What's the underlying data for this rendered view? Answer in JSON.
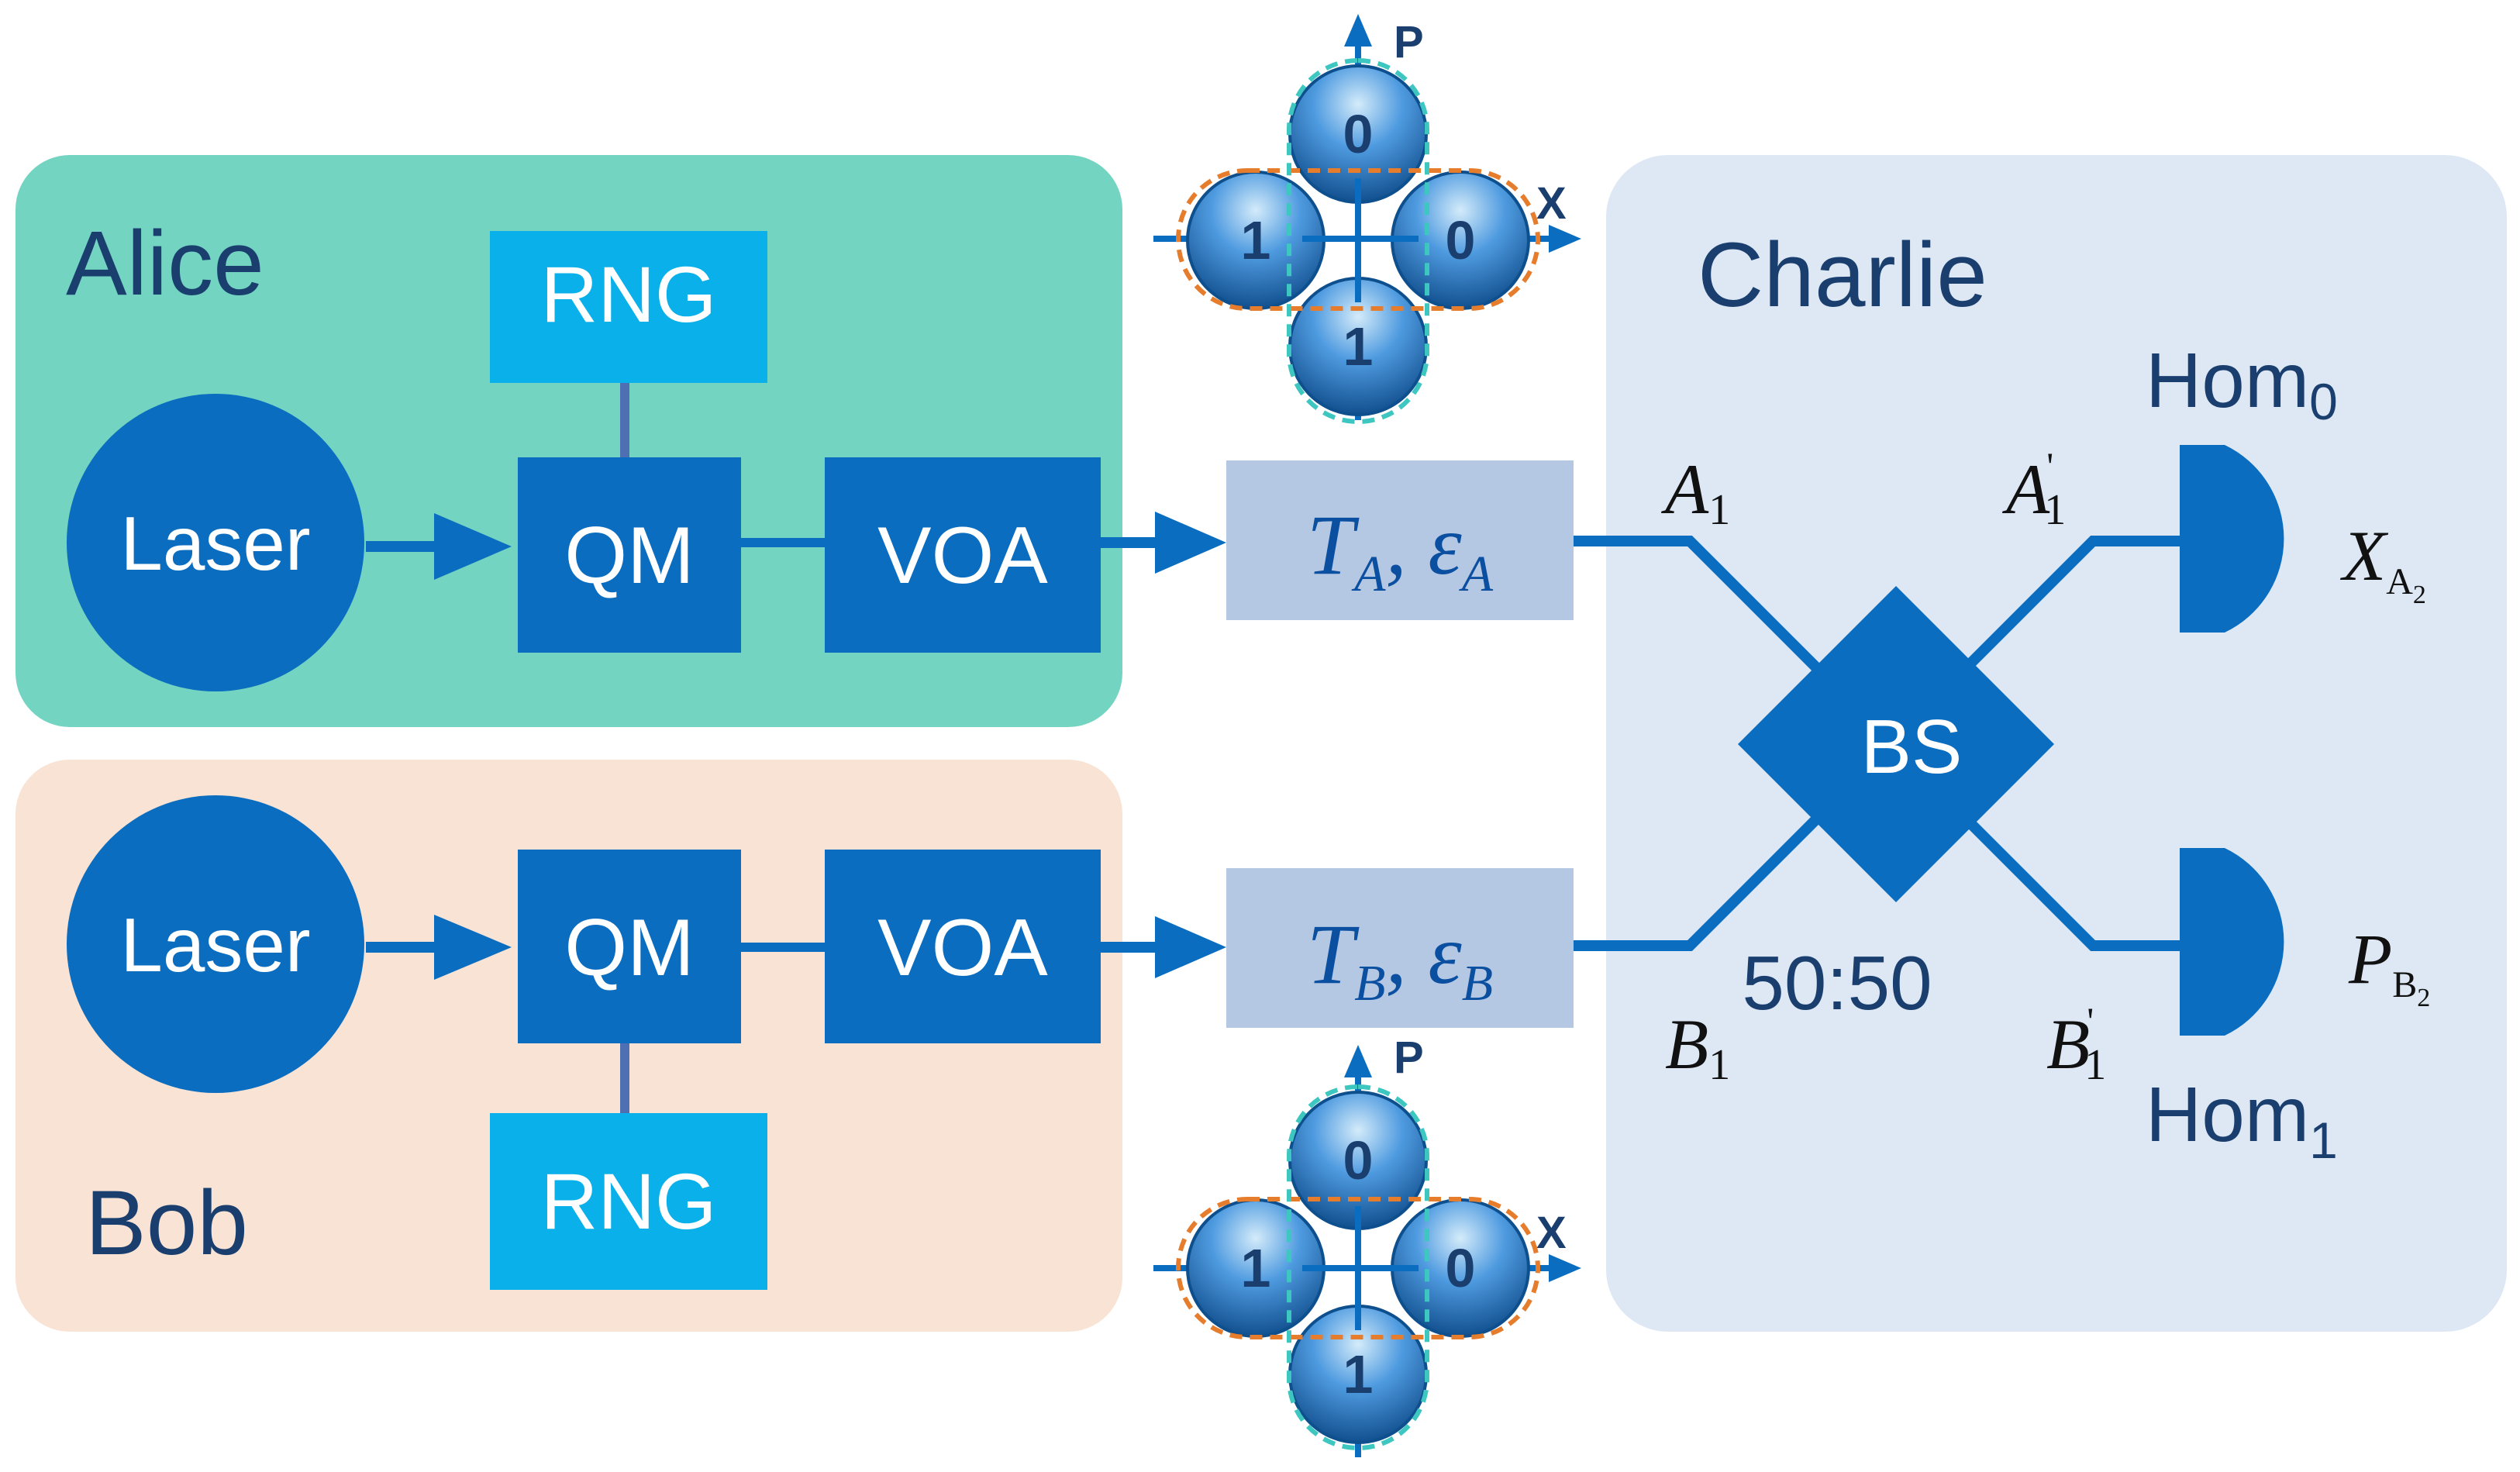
{
  "parties": {
    "alice": {
      "label": "Alice"
    },
    "bob": {
      "label": "Bob"
    },
    "charlie": {
      "label": "Charlie"
    }
  },
  "alice_chain": {
    "laser": "Laser",
    "rng": "RNG",
    "qm": "QM",
    "voa": "VOA",
    "channel": {
      "T": "T",
      "T_sub": "A",
      "eps": "ε",
      "eps_sub": "A"
    }
  },
  "bob_chain": {
    "laser": "Laser",
    "rng": "RNG",
    "qm": "QM",
    "voa": "VOA",
    "channel": {
      "T": "T",
      "T_sub": "B",
      "eps": "ε",
      "eps_sub": "B"
    }
  },
  "charlie_setup": {
    "bs_label": "BS",
    "bs_ratio": "50:50",
    "hom0": {
      "name": "Hom",
      "sub": "0"
    },
    "hom1": {
      "name": "Hom",
      "sub": "1"
    },
    "mode_a_in": {
      "base": "A",
      "sub": "1"
    },
    "mode_b_in": {
      "base": "B",
      "sub": "1"
    },
    "mode_a_out": {
      "base": "A",
      "sub": "1",
      "prime": "'"
    },
    "mode_b_out": {
      "base": "B",
      "sub": "1",
      "prime": "'"
    },
    "out_x": {
      "base": "X",
      "sub": "A",
      "subsub": "2"
    },
    "out_p": {
      "base": "P",
      "sub": "B",
      "subsub": "2"
    }
  },
  "constellation": {
    "axis_x": "X",
    "axis_p": "P",
    "states": {
      "top": "0",
      "left": "1",
      "right": "0",
      "bottom": "1"
    }
  },
  "colors": {
    "alice_bg": "#74d4c2",
    "bob_bg": "#f8e3d4",
    "charlie_bg": "#dde8f4",
    "component": "#0b6dbf",
    "rng": "#0ab0ea",
    "channel_box": "#b4c8e4",
    "text_dark": "#1a3f6f",
    "basis_x": "#e67d2c",
    "basis_p": "#3ec6c0"
  }
}
